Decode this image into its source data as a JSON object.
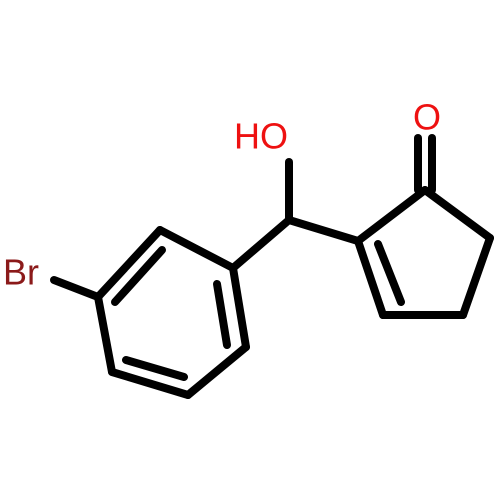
{
  "molecule": {
    "atoms": {
      "br": {
        "label": "Br",
        "color": "#8b1a1a"
      },
      "o_carbonyl": {
        "label": "O",
        "color": "#ee1111"
      },
      "o_hydroxyl": {
        "label": "HO",
        "color": "#ee1111"
      }
    },
    "bond_color": "#000000"
  }
}
